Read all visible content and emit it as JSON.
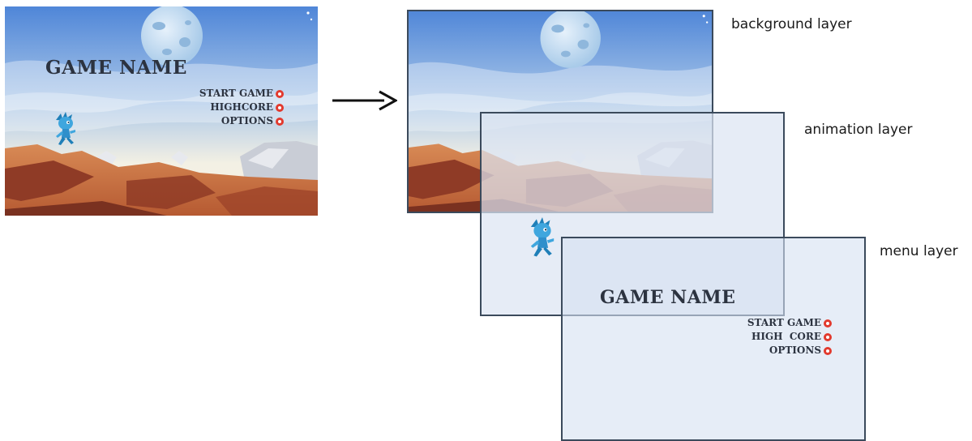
{
  "game_title": "GAME NAME",
  "preview_menu": [
    "START GAME",
    "HIGHCORE",
    "OPTIONS"
  ],
  "layer_menu": [
    "START GAME",
    "HIGH  CORE",
    "OPTIONS"
  ],
  "labels": {
    "background": "background layer",
    "animation": "animation layer",
    "menu": "menu layer"
  },
  "colors": {
    "sky_top": "#4f86d8",
    "sky_bottom": "#f3f0e4",
    "rock": "#c46a3c",
    "menu_icon": "#e23a2e",
    "layer_tint": "#dce5f3"
  },
  "icons": [
    "moon",
    "character",
    "arrow-right",
    "menu-bullet"
  ]
}
